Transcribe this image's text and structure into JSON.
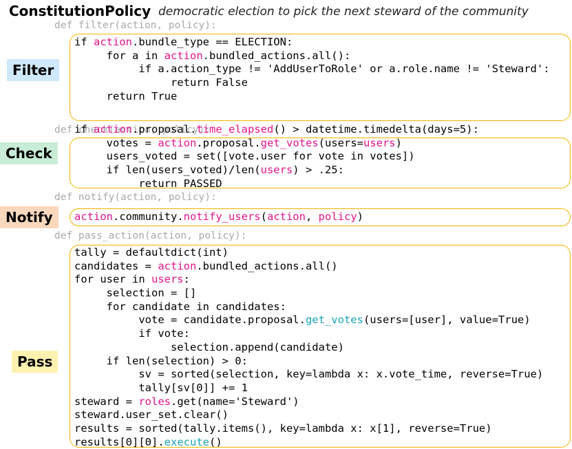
{
  "header": {
    "title": "ConstitutionPolicy",
    "subtitle": "democratic election to pick the next steward of the community"
  },
  "colors": {
    "highlight": "#e0148c",
    "function": "#1aa3b8",
    "box_border": "#f4b400"
  },
  "sections": [
    {
      "id": "filter",
      "label": "Filter",
      "label_bg": "#cfe8fb",
      "signature": "def filter(action, policy):",
      "lines": [
        [
          {
            "t": "if "
          },
          {
            "t": "action",
            "c": "hl"
          },
          {
            "t": ".bundle_type == ELECTION:"
          }
        ],
        [
          {
            "t": "     for a in "
          },
          {
            "t": "action",
            "c": "hl"
          },
          {
            "t": ".bundled_actions.all():"
          }
        ],
        [
          {
            "t": "          if a.action_type != 'AddUserToRole' or a.role.name != 'Steward':"
          }
        ],
        [
          {
            "t": "               return False"
          }
        ],
        [
          {
            "t": "     return True"
          }
        ]
      ]
    },
    {
      "id": "check",
      "label": "Check",
      "label_bg": "#c9ecd6",
      "signature": "def check(action, policy):",
      "lines": [
        [
          {
            "t": "if "
          },
          {
            "t": "action",
            "c": "hl"
          },
          {
            "t": ".proposal."
          },
          {
            "t": "time_elapsed",
            "c": "hl"
          },
          {
            "t": "() > datetime.timedelta(days=5):"
          }
        ],
        [
          {
            "t": "     votes = "
          },
          {
            "t": "action",
            "c": "hl"
          },
          {
            "t": ".proposal."
          },
          {
            "t": "get_votes",
            "c": "hl"
          },
          {
            "t": "(users="
          },
          {
            "t": "users",
            "c": "hl"
          },
          {
            "t": ")"
          }
        ],
        [
          {
            "t": "     users_voted = set([vote.user for vote in votes])"
          }
        ],
        [
          {
            "t": "     if len(users_voted)/len("
          },
          {
            "t": "users",
            "c": "hl"
          },
          {
            "t": ") > .25:"
          }
        ],
        [
          {
            "t": "          return PASSED"
          }
        ]
      ]
    },
    {
      "id": "notify",
      "label": "Notify",
      "label_bg": "#f9d8bd",
      "signature": "def notify(action, policy):",
      "lines": [
        [
          {
            "t": "action",
            "c": "hl"
          },
          {
            "t": ".community."
          },
          {
            "t": "notify_users",
            "c": "hl"
          },
          {
            "t": "("
          },
          {
            "t": "action",
            "c": "hl"
          },
          {
            "t": ", "
          },
          {
            "t": "policy",
            "c": "hl"
          },
          {
            "t": ")"
          }
        ]
      ]
    },
    {
      "id": "pass",
      "label": "Pass",
      "label_bg": "#fff2b0",
      "signature": "def pass_action(action, policy):",
      "lines": [
        [
          {
            "t": "tally = defaultdict(int)"
          }
        ],
        [
          {
            "t": "candidates = "
          },
          {
            "t": "action",
            "c": "hl"
          },
          {
            "t": ".bundled_actions.all()"
          }
        ],
        [
          {
            "t": "for user in "
          },
          {
            "t": "users",
            "c": "hl"
          },
          {
            "t": ":"
          }
        ],
        [
          {
            "t": "     selection = []"
          }
        ],
        [
          {
            "t": "     for candidate in candidates:"
          }
        ],
        [
          {
            "t": "          vote = candidate.proposal."
          },
          {
            "t": "get_votes",
            "c": "fn"
          },
          {
            "t": "(users=[user], value=True)"
          }
        ],
        [
          {
            "t": "          if vote:"
          }
        ],
        [
          {
            "t": "               selection.append(candidate)"
          }
        ],
        [
          {
            "t": "     if len(selection) > 0:"
          }
        ],
        [
          {
            "t": "          sv = sorted(selection, key=lambda x: x.vote_time, reverse=True)"
          }
        ],
        [
          {
            "t": "          tally[sv[0]] += 1"
          }
        ],
        [
          {
            "t": "steward = "
          },
          {
            "t": "roles",
            "c": "hl"
          },
          {
            "t": ".get(name='Steward')"
          }
        ],
        [
          {
            "t": "steward.user_set.clear()"
          }
        ],
        [
          {
            "t": "results = sorted(tally.items(), key=lambda x: x[1], reverse=True)"
          }
        ],
        [
          {
            "t": "results[0][0]."
          },
          {
            "t": "execute",
            "c": "fn"
          },
          {
            "t": "()"
          }
        ]
      ]
    }
  ]
}
